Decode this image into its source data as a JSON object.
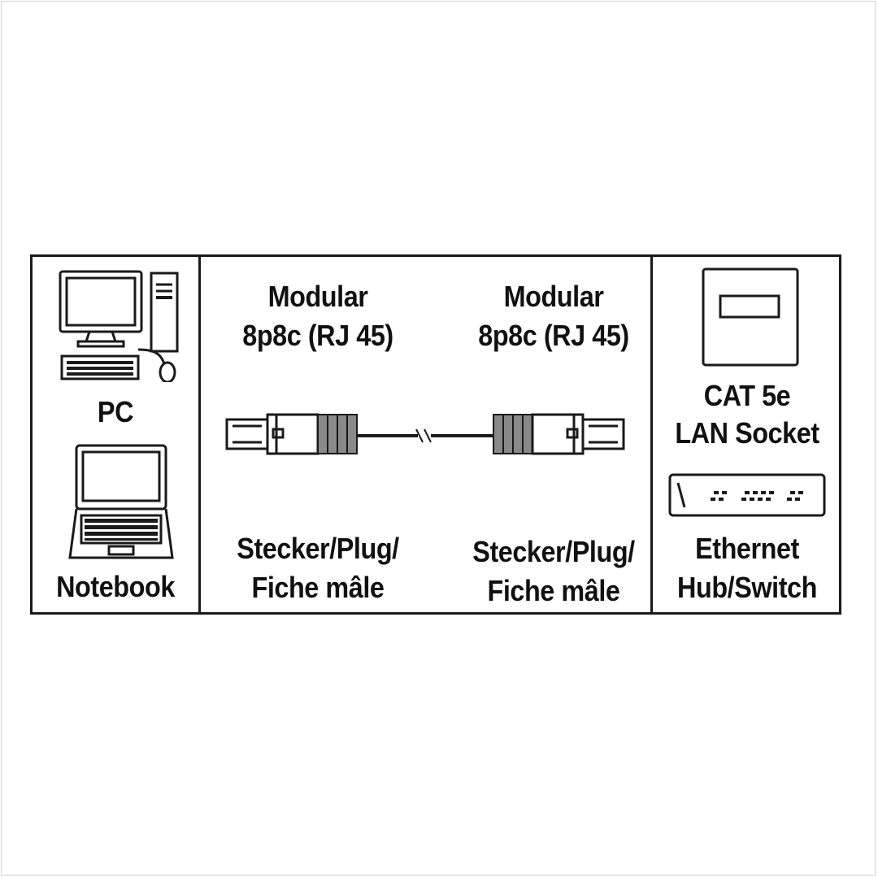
{
  "devices": {
    "pc_label": "PC",
    "notebook_label": "Notebook",
    "socket_label_line1": "CAT 5e",
    "socket_label_line2": "LAN Socket",
    "hub_label_line1": "Ethernet",
    "hub_label_line2": "Hub/Switch"
  },
  "connectors": {
    "left": {
      "type_line1": "Modular",
      "type_line2": "8p8c (RJ 45)",
      "gender_line1": "Stecker/Plug/",
      "gender_line2": "Fiche mâle"
    },
    "right": {
      "type_line1": "Modular",
      "type_line2": "8p8c (RJ 45)",
      "gender_line1": "Stecker/Plug/",
      "gender_line2": "Fiche mâle"
    }
  },
  "icons": [
    "pc-icon",
    "notebook-icon",
    "rj45-plug-icon",
    "cable-icon",
    "lan-socket-icon",
    "network-switch-icon"
  ]
}
